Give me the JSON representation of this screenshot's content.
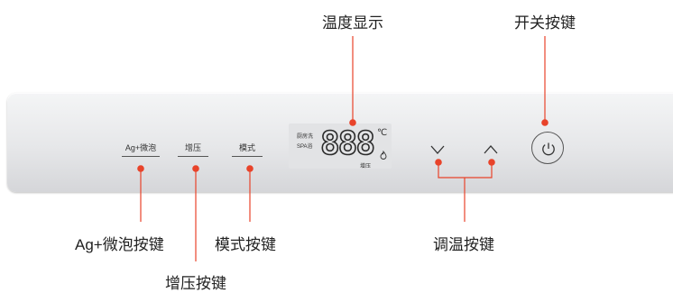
{
  "panel": {
    "buttons": [
      {
        "label": "Ag+微泡"
      },
      {
        "label": "增压"
      },
      {
        "label": "模式"
      }
    ],
    "display": {
      "mode_kitchen": "厨房洗",
      "mode_spa": "SPA浴",
      "digits": "888",
      "unit": "℃",
      "boost_indicator": "增压"
    }
  },
  "callouts": {
    "temp_display": "温度显示",
    "power": "开关按键",
    "ag": "Ag+微泡按键",
    "mode": "模式按键",
    "boost": "增压按键",
    "temp_adjust": "调温按键"
  },
  "colors": {
    "callout_dot": "#e8432a",
    "callout_line": "#e8432a",
    "panel": "#e6e7e9"
  },
  "icons": [
    "chevron-down-icon",
    "chevron-up-icon",
    "power-icon",
    "flame-icon"
  ]
}
